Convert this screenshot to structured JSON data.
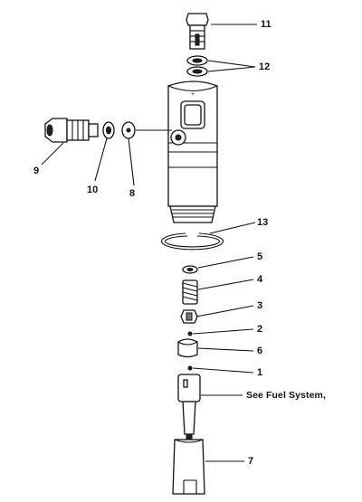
{
  "diagram": {
    "callouts": [
      {
        "key": "11",
        "text": "11"
      },
      {
        "key": "12",
        "text": "12"
      },
      {
        "key": "9",
        "text": "9"
      },
      {
        "key": "10",
        "text": "10"
      },
      {
        "key": "8",
        "text": "8"
      },
      {
        "key": "13",
        "text": "13"
      },
      {
        "key": "5",
        "text": "5"
      },
      {
        "key": "4",
        "text": "4"
      },
      {
        "key": "3",
        "text": "3"
      },
      {
        "key": "2",
        "text": "2"
      },
      {
        "key": "6",
        "text": "6"
      },
      {
        "key": "1",
        "text": "1"
      },
      {
        "key": "7",
        "text": "7"
      }
    ],
    "note": "See Fuel System,"
  }
}
